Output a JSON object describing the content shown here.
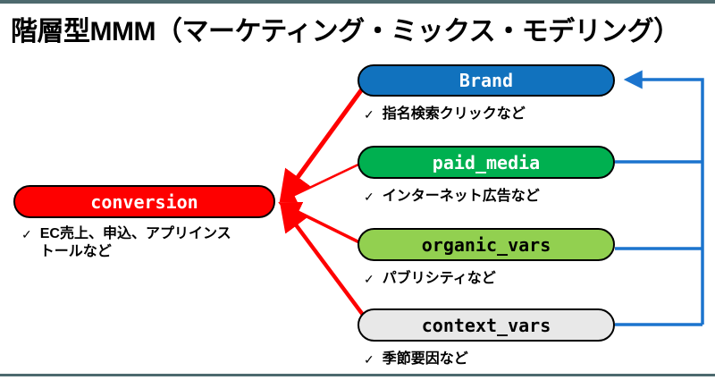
{
  "title": "階層型MMM（マーケティング・ミックス・モデリング）",
  "check_glyph": "✓",
  "nodes": {
    "conversion": {
      "label": "conversion",
      "note": "EC売上、申込、アプリインストールなど",
      "fill": "#fe0000",
      "text_color": "#ffffff"
    },
    "brand": {
      "label": "Brand",
      "note": "指名検索クリックなど",
      "fill": "#1172be",
      "text_color": "#ffffff"
    },
    "paid_media": {
      "label": "paid_media",
      "note": "インターネット広告など",
      "fill": "#00b050",
      "text_color": "#ffffff"
    },
    "organic_vars": {
      "label": "organic_vars",
      "note": "パブリシティなど",
      "fill": "#92d050",
      "text_color": "#000000"
    },
    "context_vars": {
      "label": "context_vars",
      "note": "季節要因など",
      "fill": "#e8e8e8",
      "text_color": "#000000"
    }
  },
  "edges": {
    "red_arrows_to_conversion": [
      "Brand",
      "paid_media",
      "organic_vars",
      "context_vars"
    ],
    "blue_arrows_to_brand": [
      "paid_media",
      "organic_vars",
      "context_vars"
    ],
    "red_color": "#fe0000",
    "blue_color": "#1b74ce"
  },
  "border_rule_color": "#4d6a6e"
}
